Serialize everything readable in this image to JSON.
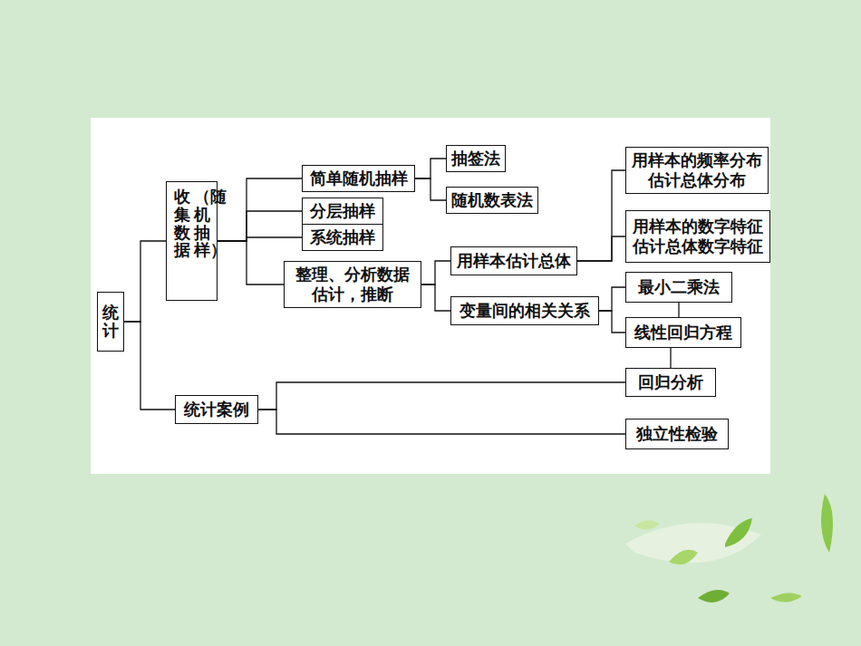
{
  "diagram": {
    "nodes": [
      {
        "text": [
          "统计"
        ]
      },
      {
        "text": [
          "收集数据",
          "（随机抽样）"
        ]
      },
      {
        "text": [
          "简单随机抽样"
        ]
      },
      {
        "text": [
          "抽签法"
        ]
      },
      {
        "text": [
          "随机数表法"
        ]
      },
      {
        "text": [
          "分层抽样"
        ]
      },
      {
        "text": [
          "系统抽样"
        ]
      },
      {
        "text": [
          "整理、分析数据 估计，推断"
        ]
      },
      {
        "text": [
          "用样本估计总体"
        ]
      },
      {
        "text": [
          "用样本的频率分布估计总体分布"
        ]
      },
      {
        "text": [
          "用样本的数字特征估计总体数字特征"
        ]
      },
      {
        "text": [
          "变量间的相关关系"
        ]
      },
      {
        "text": [
          "最小二乘法"
        ]
      },
      {
        "text": [
          "线性回归方程"
        ]
      },
      {
        "text": [
          "统计案例"
        ]
      },
      {
        "text": [
          "回归分析"
        ]
      },
      {
        "text": [
          "独立性检验"
        ]
      }
    ],
    "edges": [
      {
        "from": 0,
        "to": 1,
        "arrow": "none"
      },
      {
        "from": 0,
        "to": 14,
        "arrow": "none"
      },
      {
        "from": 1,
        "to": 2,
        "arrow": "none"
      },
      {
        "from": 1,
        "to": 5,
        "arrow": "none"
      },
      {
        "from": 1,
        "to": 6,
        "arrow": "none"
      },
      {
        "from": 1,
        "to": 7,
        "arrow": "none"
      },
      {
        "from": 2,
        "to": 3,
        "arrow": "none"
      },
      {
        "from": 2,
        "to": 4,
        "arrow": "none"
      },
      {
        "from": 7,
        "to": 8,
        "arrow": "none"
      },
      {
        "from": 7,
        "to": 11,
        "arrow": "none"
      },
      {
        "from": 8,
        "to": 9,
        "arrow": "none"
      },
      {
        "from": 8,
        "to": 10,
        "arrow": "none"
      },
      {
        "from": 11,
        "to": 12,
        "arrow": "none"
      },
      {
        "from": 11,
        "to": 13,
        "arrow": "none"
      },
      {
        "from": 12,
        "to": 13,
        "arrow": "none"
      },
      {
        "from": 13,
        "to": 15,
        "arrow": "none"
      },
      {
        "from": 14,
        "to": 15,
        "arrow": "none"
      },
      {
        "from": 14,
        "to": 16,
        "arrow": "none"
      }
    ]
  }
}
